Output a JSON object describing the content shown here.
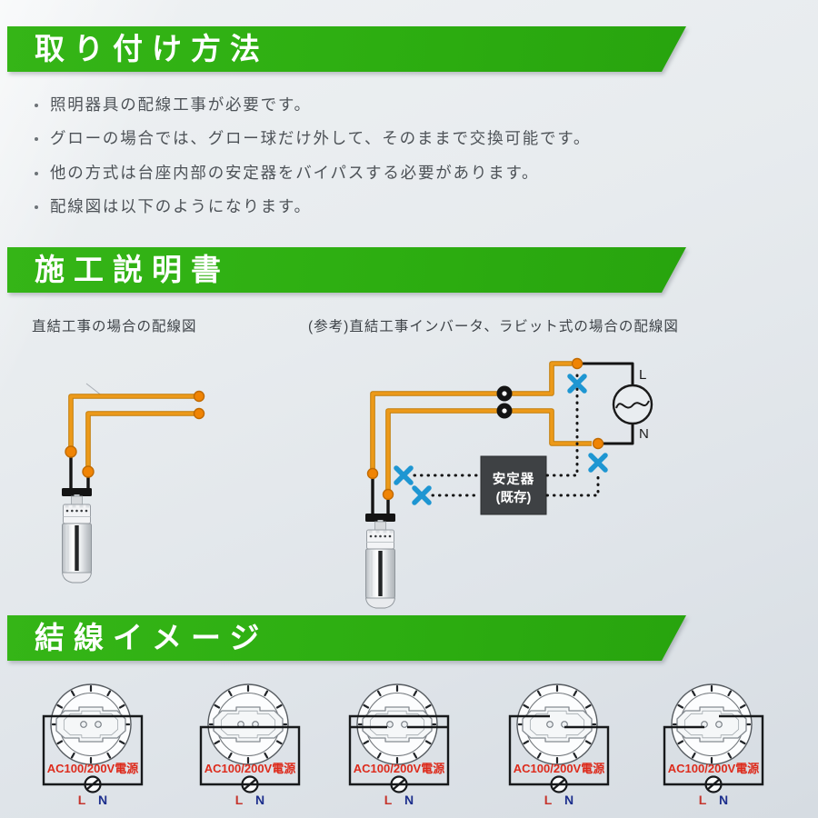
{
  "install": {
    "title": "取り付け方法",
    "bullets": [
      "照明器具の配線工事が必要です。",
      "グローの場合では、グロー球だけ外して、そのままで交換可能です。",
      "他の方式は台座内部の安定器をバイパスする必要があります。",
      "配線図は以下のようになります。"
    ]
  },
  "manual": {
    "title": "施工説明書",
    "captions": {
      "left": "直結工事の場合の配線図",
      "right": "(参考)直結工事インバータ、ラビット式の場合の配線図"
    },
    "diagram": {
      "ballast_label_line1": "安定器",
      "ballast_label_line2": "(既存)",
      "live_label": "L",
      "neutral_label": "N"
    }
  },
  "wiring": {
    "title": "結線イメージ",
    "units": [
      {
        "power_label": "AC100/200V電源",
        "live_label": "L",
        "neutral_label": "N"
      },
      {
        "power_label": "AC100/200V電源",
        "live_label": "L",
        "neutral_label": "N"
      },
      {
        "power_label": "AC100/200V電源",
        "live_label": "L",
        "neutral_label": "N"
      },
      {
        "power_label": "AC100/200V電源",
        "live_label": "L",
        "neutral_label": "N"
      },
      {
        "power_label": "AC100/200V電源",
        "live_label": "L",
        "neutral_label": "N"
      }
    ]
  },
  "colors": {
    "banner_green": "#2dae11",
    "wire_orange": "#EC9A1A",
    "wire_orange_edge": "#C27C08",
    "terminal_orange": "#F08404",
    "cut_mark_blue": "#1E96D2",
    "ballast_gray": "#3E4144",
    "power_text_red": "#DD2B1C",
    "live_red": "#C5342C",
    "neutral_navy": "#1C2E8C"
  }
}
